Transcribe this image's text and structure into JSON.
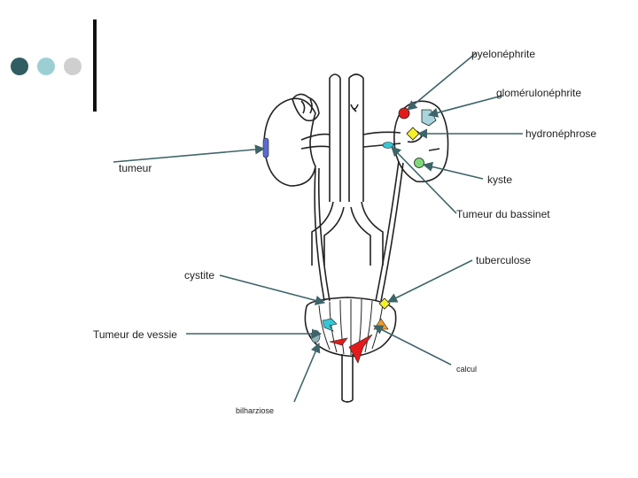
{
  "colors": {
    "dot_dark": "#2f5d61",
    "dot_mid": "#9ccfd4",
    "dot_light": "#cfcfcf",
    "leader_line": "#3d6468",
    "organ_outline": "#222222",
    "red_marker": "#e41b1b",
    "blue_marker": "#5c6bd6",
    "cyan_marker": "#35c6d6",
    "green_marker": "#7fd97a",
    "yellow_marker": "#f5ef2a",
    "orange_marker": "#f09a2a",
    "lightblue_marker": "#a8d5dc",
    "grey_marker": "#8fb3b6"
  },
  "labels": {
    "pyelonephrite": "pyelonéphrite",
    "glomerulonephrite": "glomérulonéphrite",
    "hydronephrose": "hydronéphrose",
    "tumeur": "tumeur",
    "kyste": "kyste",
    "tumeur_bassinet": "Tumeur du bassinet",
    "tuberculose": "tuberculose",
    "cystite": "cystite",
    "tumeur_vessie": "Tumeur de vessie",
    "calcul": "calcul",
    "bilharziose": "bilharziose"
  }
}
